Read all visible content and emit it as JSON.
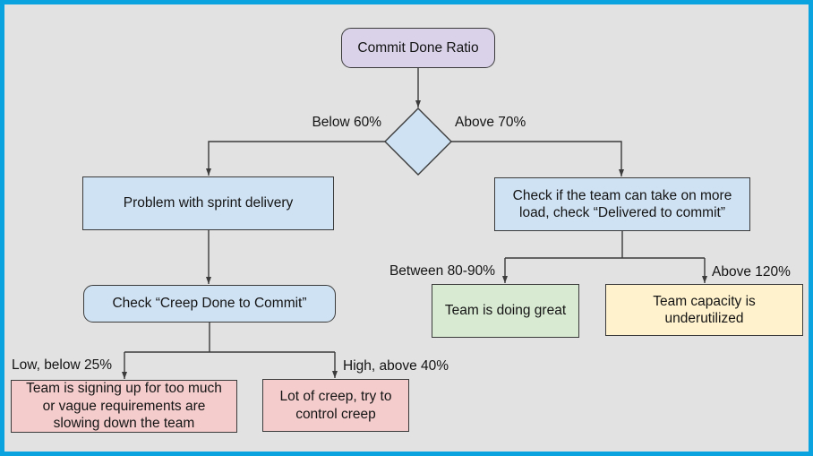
{
  "colors": {
    "frame": "#0ba3df",
    "bg": "#e2e2e2",
    "line": "#3b3b3b",
    "ink": "#141414",
    "purple": "#d9d2e9",
    "blue": "#cfe2f3",
    "green": "#d9ead3",
    "yellow": "#fff2cc",
    "pink": "#f4cccc"
  },
  "flowchart": {
    "title": "Commit Done Ratio",
    "nodes": {
      "root": {
        "label": "Commit Done Ratio",
        "shape": "rounded",
        "color": "#d9d2e9"
      },
      "decision": {
        "label": "",
        "shape": "diamond",
        "color": "#cfe2f3"
      },
      "problem": {
        "label": "Problem with sprint delivery",
        "shape": "rect",
        "color": "#cfe2f3"
      },
      "check_creep": {
        "label": "Check “Creep Done to Commit”",
        "shape": "rounded",
        "color": "#cfe2f3"
      },
      "too_much": {
        "label": "Team is signing up for too much or vague requirements are slowing down the team",
        "shape": "rect",
        "color": "#f4cccc"
      },
      "lot_of_creep": {
        "label": "Lot of creep, try to control creep",
        "shape": "rect",
        "color": "#f4cccc"
      },
      "check_more_load": {
        "label": "Check if the team can take on more load, check “Delivered to commit”",
        "shape": "rect",
        "color": "#cfe2f3"
      },
      "doing_great": {
        "label": "Team is doing great",
        "shape": "rect",
        "color": "#d9ead3"
      },
      "underutilized": {
        "label": "Team capacity is underutilized",
        "shape": "rect",
        "color": "#fff2cc"
      }
    },
    "edge_labels": {
      "below_60": "Below 60%",
      "above_70": "Above 70%",
      "low_below_25": "Low, below 25%",
      "high_above_40": "High, above 40%",
      "between_80_90": "Between 80-90%",
      "above_120": "Above 120%"
    }
  }
}
